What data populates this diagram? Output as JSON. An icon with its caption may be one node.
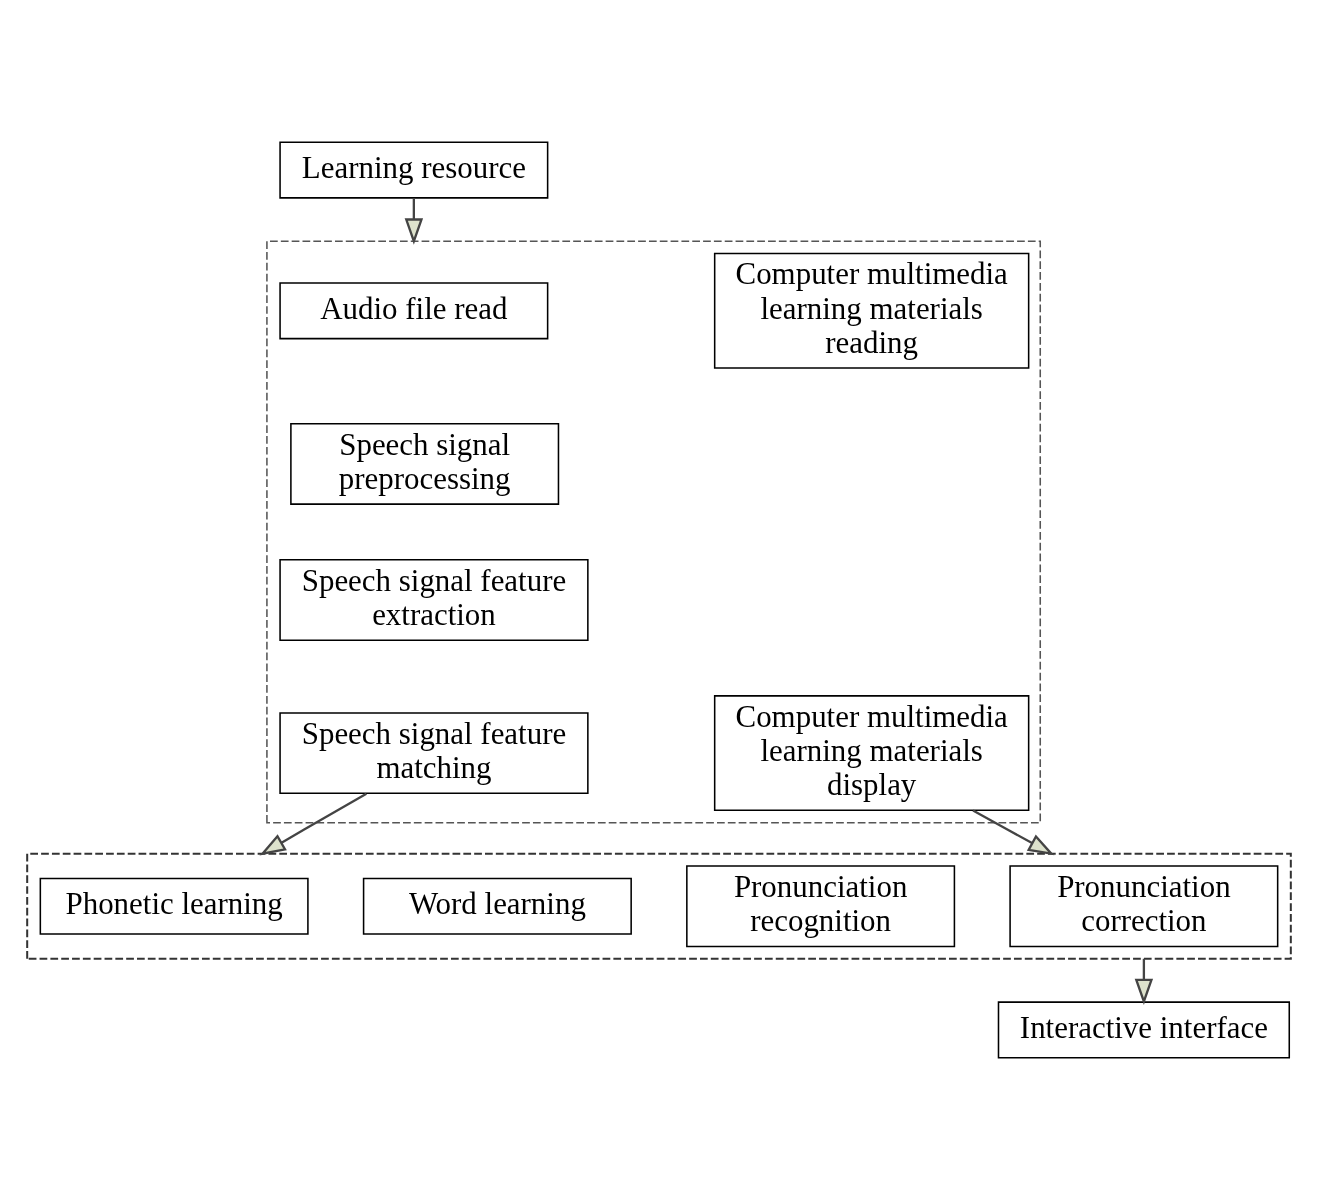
{
  "diagram": {
    "nodes": [
      {
        "text": [
          "Learning resource"
        ]
      },
      {
        "text": [],
        "shape": "box"
      },
      {
        "text": [
          "Audio file read"
        ],
        "in": 1
      },
      {
        "text": [
          "Speech signal preprocessing"
        ],
        "in": 1
      },
      {
        "text": [
          "Speech signal feature extraction"
        ],
        "in": 1
      },
      {
        "text": [
          "Speech signal feature matching"
        ],
        "in": 1
      },
      {
        "text": [
          "Computer multimedia learning materials reading"
        ],
        "in": 1
      },
      {
        "text": [
          "Computer multimedia learning materials display"
        ],
        "in": 1
      },
      {
        "text": [],
        "shape": "band"
      },
      {
        "text": [
          "Phonetic learning"
        ],
        "in": 8
      },
      {
        "text": [
          "Word learning"
        ],
        "in": 8
      },
      {
        "text": [
          "Pronunciation recognition"
        ],
        "in": 8
      },
      {
        "text": [
          "Pronunciation correction"
        ],
        "in": 8
      },
      {
        "text": [
          "Interactive interface"
        ]
      }
    ],
    "edges": [
      {
        "from": 0,
        "to": 1,
        "arrow": "to"
      },
      {
        "from": 5,
        "to": 8,
        "arrow": "to"
      },
      {
        "from": 7,
        "to": 8,
        "arrow": "to"
      },
      {
        "from": 8,
        "to": 13,
        "arrow": "to"
      }
    ]
  }
}
